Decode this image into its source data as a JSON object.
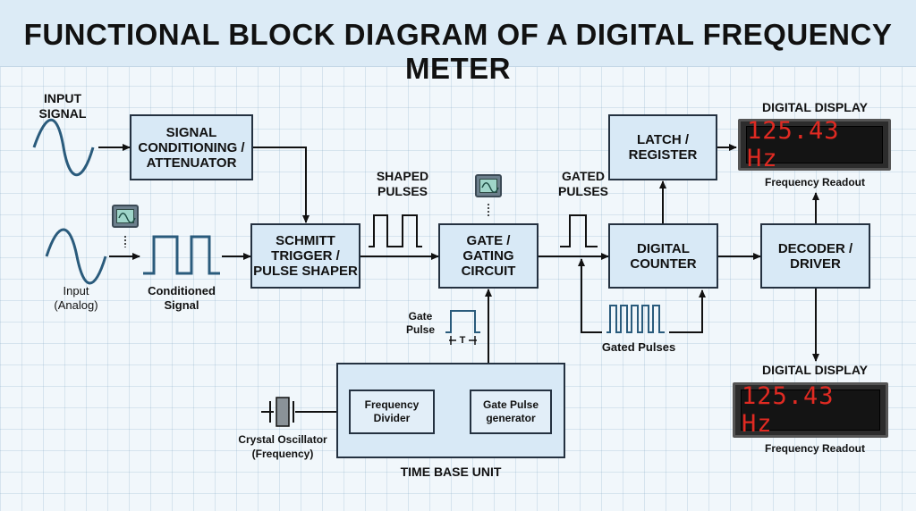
{
  "title": "FUNCTIONAL BLOCK DIAGRAM OF A DIGITAL FREQUENCY METER",
  "labels": {
    "input_signal": "INPUT\nSIGNAL",
    "input_analog": "Input\n(Analog)",
    "conditioned_signal": "Conditioned\nSignal",
    "shaped_pulses": "SHAPED\nPULSES",
    "gated_pulses_top": "GATED\nPULSES",
    "gated_pulses_bottom": "Gated Pulses",
    "gate_pulse": "Gate\nPulse",
    "period_marker": "T",
    "crystal_oscillator": "Crystal Oscillator\n(Frequency)",
    "time_base_unit": "TIME BASE UNIT",
    "display_title_top": "DIGITAL DISPLAY",
    "display_title_bottom": "DIGITAL DISPLAY",
    "frequency_readout_top": "Frequency Readout",
    "frequency_readout_bottom": "Frequency Readout"
  },
  "blocks": {
    "signal_conditioning": "SIGNAL\nCONDITIONING /\nATTENUATOR",
    "schmitt_trigger": "SCHMITT\nTRIGGER /\nPULSE SHAPER",
    "gate_circuit": "GATE /\nGATING\nCIRCUIT",
    "latch_register": "LATCH /\nREGISTER",
    "digital_counter": "DIGITAL\nCOUNTER",
    "decoder_driver": "DECODER /\nDRIVER",
    "frequency_divider": "Frequency\nDivider",
    "gate_pulse_generator": "Gate Pulse\ngenerator"
  },
  "displays": {
    "top_value": "125.43 Hz",
    "bottom_value": "125.43 Hz"
  },
  "colors": {
    "block_fill": "#d8e9f6",
    "wave": "#2a5b7c",
    "display_digits": "#e02a22",
    "line": "#111111"
  },
  "icons": [
    "sine-wave-icon",
    "square-wave-icon",
    "oscilloscope-icon",
    "crystal-icon"
  ]
}
